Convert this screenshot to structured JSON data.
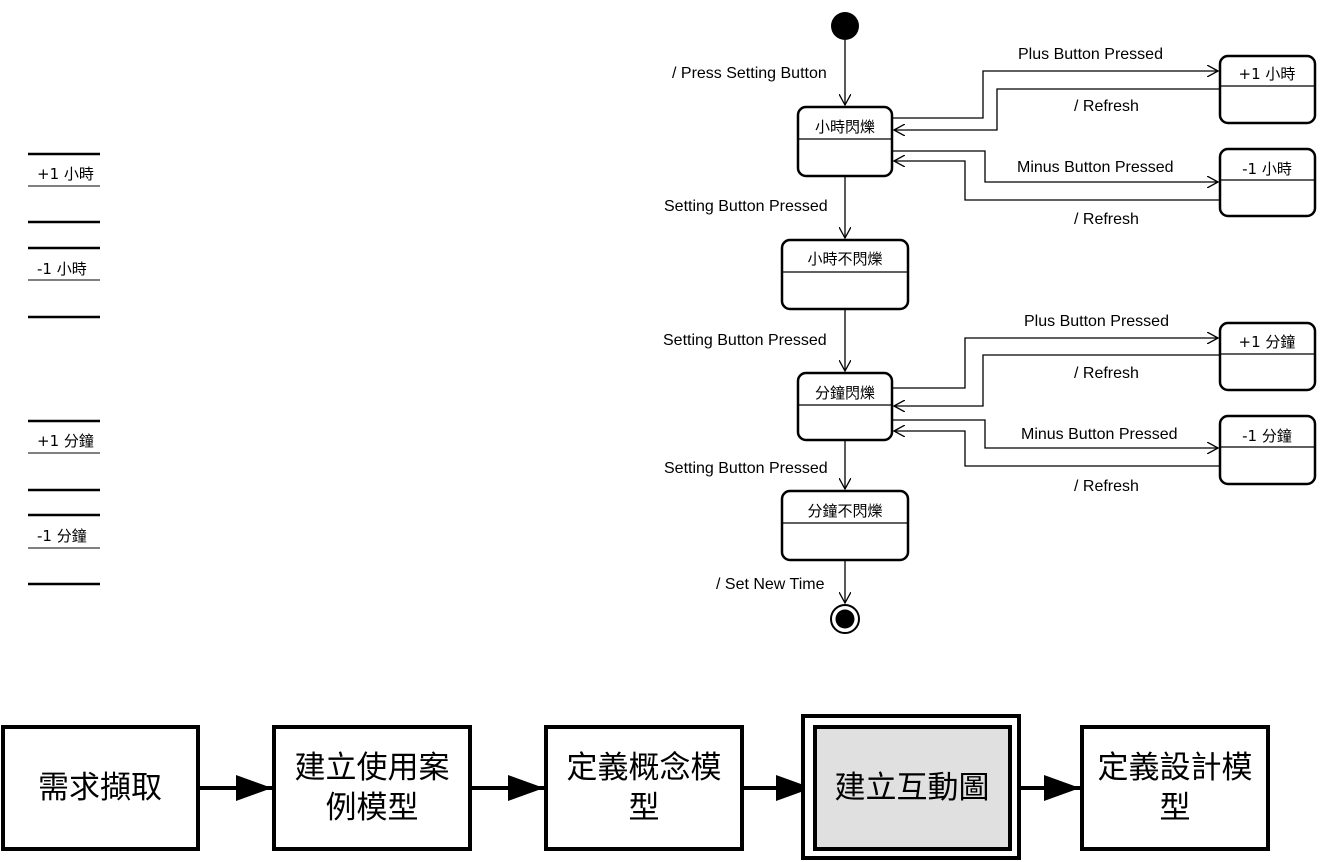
{
  "left_labels": [
    "+1 小時",
    "-1 小時",
    "+1 分鐘",
    "-1 分鐘"
  ],
  "states": {
    "hour_blink": "小時閃爍",
    "hour_no_blink": "小時不閃爍",
    "minute_blink": "分鐘閃爍",
    "minute_no_blink": "分鐘不閃爍",
    "plus_hour": "+1 小時",
    "minus_hour": "-1 小時",
    "plus_minute": "+1 分鐘",
    "minus_minute": "-1 分鐘"
  },
  "transitions": {
    "press_setting": "/ Press Setting Button",
    "plus_pressed_1": "Plus Button Pressed",
    "refresh_1": "/ Refresh",
    "minus_pressed_1": "Minus Button Pressed",
    "refresh_2": "/ Refresh",
    "setting_pressed_1": "Setting Button Pressed",
    "setting_pressed_2": "Setting Button Pressed",
    "plus_pressed_2": "Plus Button Pressed",
    "refresh_3": "/ Refresh",
    "minus_pressed_2": "Minus Button Pressed",
    "refresh_4": "/ Refresh",
    "setting_pressed_3": "Setting Button Pressed",
    "set_new_time": "/ Set New Time"
  },
  "process": {
    "step1": [
      "需求擷取"
    ],
    "step2": [
      "建立使用案",
      "例模型"
    ],
    "step3": [
      "定義概念模",
      "型"
    ],
    "step4": [
      "建立互動圖"
    ],
    "step5": [
      "定義設計模",
      "型"
    ],
    "highlight_color": "#e0e0e0"
  }
}
